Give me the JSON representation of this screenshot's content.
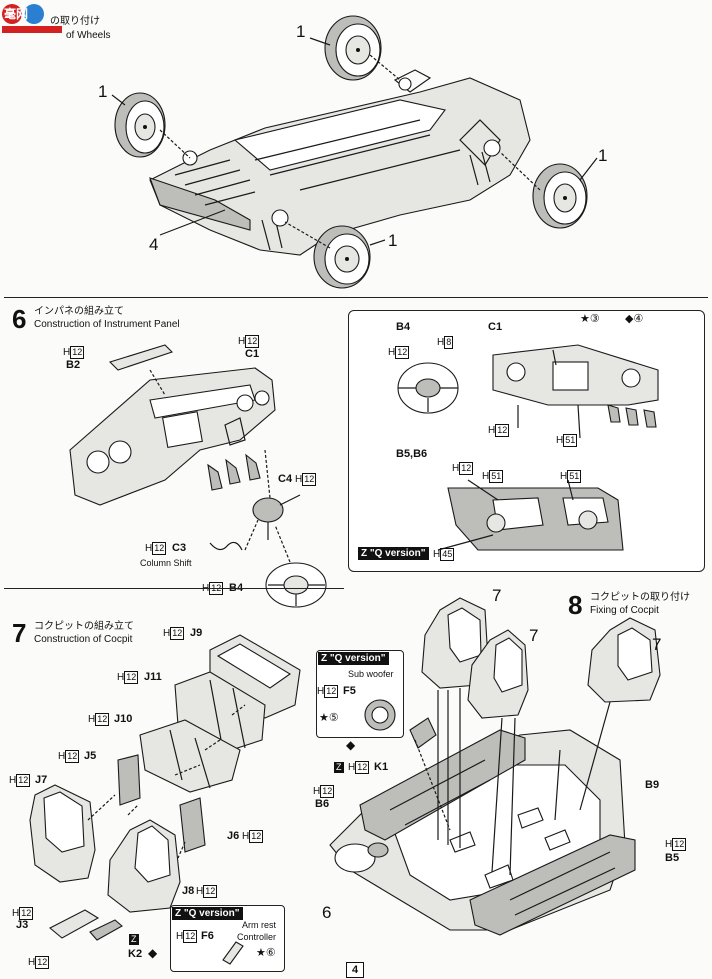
{
  "watermark": "毫网",
  "step5": {
    "title_jp": "の取り付け",
    "title_en": "of Wheels",
    "callouts": [
      "1",
      "1",
      "1",
      "1",
      "4"
    ]
  },
  "step6": {
    "number": "6",
    "title_jp": "インパネの組み立て",
    "title_en": "Construction of Instrument Panel",
    "parts": {
      "b2": "B2",
      "c1": "C1",
      "c4": "C4",
      "c3": "C3",
      "b4": "B4"
    },
    "hcode": "H",
    "hnum": "12",
    "column_shift": "Column Shift"
  },
  "detail": {
    "b4": "B4",
    "c1": "C1",
    "b5b6": "B5,B6",
    "h12": "12",
    "h8": "8",
    "h51": "51",
    "h45": "45",
    "paint3": "③",
    "paint4": "④",
    "qversion": "Z \"Q version\""
  },
  "step7": {
    "number": "7",
    "title_jp": "コクピットの組み立て",
    "title_en": "Construction of Cocpit",
    "parts": {
      "j9": "J9",
      "j11": "J11",
      "j10": "J10",
      "j5": "J5",
      "j7": "J7",
      "j6": "J6",
      "j8": "J8",
      "j3": "J3",
      "k2": "K2",
      "f6": "F6",
      "f5": "F5",
      "k1": "K1"
    },
    "sub_woofer": "Sub woofer",
    "arm_rest": "Arm rest",
    "controller": "Controller",
    "paint5": "⑤",
    "paint6": "⑥",
    "zmark": "Z",
    "qversion": "Z \"Q version\""
  },
  "step8": {
    "number": "8",
    "title_jp": "コクピットの取り付け",
    "title_en": "Fixing of Cocpit",
    "parts": {
      "b6": "B6",
      "b9": "B9",
      "b5": "B5"
    },
    "callouts": [
      "7",
      "7",
      "7",
      "6"
    ]
  },
  "page_number": "4"
}
